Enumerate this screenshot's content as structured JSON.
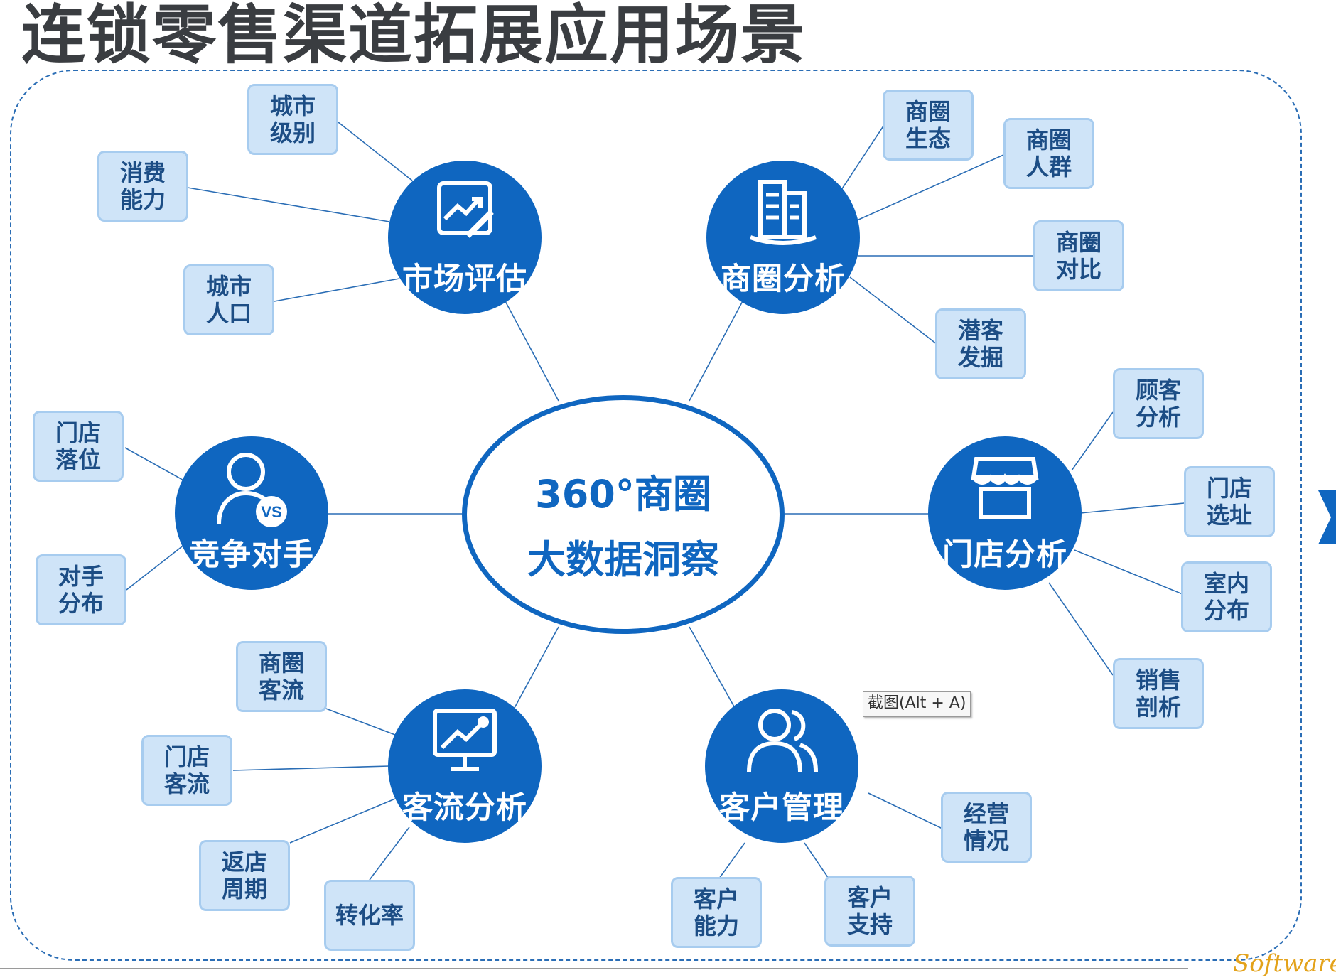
{
  "title": "连锁零售渠道拓展应用场景",
  "center": {
    "line1": "360°商圈",
    "line2": "大数据洞察"
  },
  "hubs": {
    "market": "市场评估",
    "district": "商圈分析",
    "competitor": "竞争对手",
    "store": "门店分析",
    "traffic": "客流分析",
    "customer": "客户管理"
  },
  "leaves": {
    "city_level": [
      "城市",
      "级别"
    ],
    "consumption": [
      "消费",
      "能力"
    ],
    "city_population": [
      "城市",
      "人口"
    ],
    "district_ecology": [
      "商圈",
      "生态"
    ],
    "district_crowd": [
      "商圈",
      "人群"
    ],
    "district_compare": [
      "商圈",
      "对比"
    ],
    "prospect_mining": [
      "潜客",
      "发掘"
    ],
    "store_location": [
      "门店",
      "落位"
    ],
    "competitor_distribution": [
      "对手",
      "分布"
    ],
    "customer_analysis": [
      "顾客",
      "分析"
    ],
    "store_site": [
      "门店",
      "选址"
    ],
    "indoor_distribution": [
      "室内",
      "分布"
    ],
    "sales_analysis": [
      "销售",
      "剖析"
    ],
    "district_traffic": [
      "商圈",
      "客流"
    ],
    "store_traffic": [
      "门店",
      "客流"
    ],
    "return_cycle": [
      "返店",
      "周期"
    ],
    "conversion_rate": [
      "转化率"
    ],
    "operation_status": [
      "经营",
      "情况"
    ],
    "customer_ability": [
      "客户",
      "能力"
    ],
    "customer_support": [
      "客户",
      "支持"
    ]
  },
  "tooltip": "截图(Alt + A)",
  "watermark": "Software",
  "colors": {
    "primary": "#0f66c0",
    "leaf_fill": "#cfe4f8",
    "leaf_text": "#1c4d85",
    "title": "#3a3d41"
  }
}
